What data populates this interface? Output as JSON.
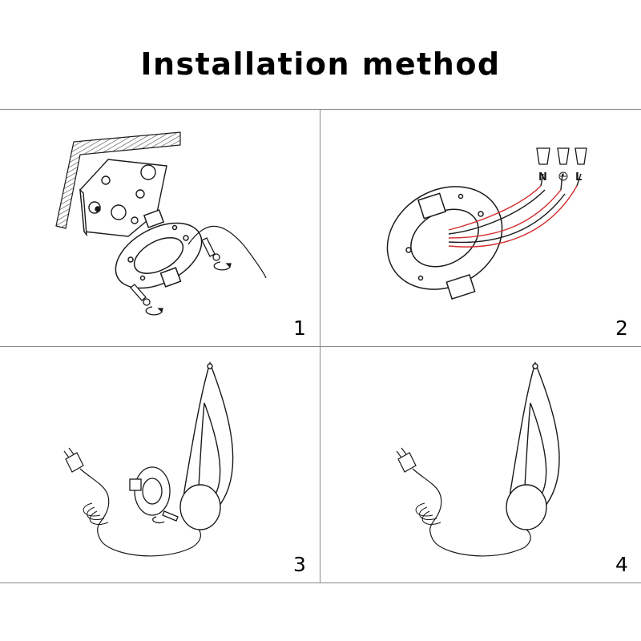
{
  "title": "Installation method",
  "steps": [
    {
      "number": "1"
    },
    {
      "number": "2"
    },
    {
      "number": "3"
    },
    {
      "number": "4"
    }
  ],
  "wire_labels": {
    "neutral": "N",
    "live": "L"
  },
  "colors": {
    "line": "#1a1a1a",
    "wire_red": "#d42a2a",
    "grid": "#8a8a8a",
    "hatch": "#444444"
  },
  "icons": [
    "ground-symbol-icon",
    "rotate-arrow-icon",
    "screw-icon",
    "wire-nut-icon",
    "plug-icon"
  ]
}
